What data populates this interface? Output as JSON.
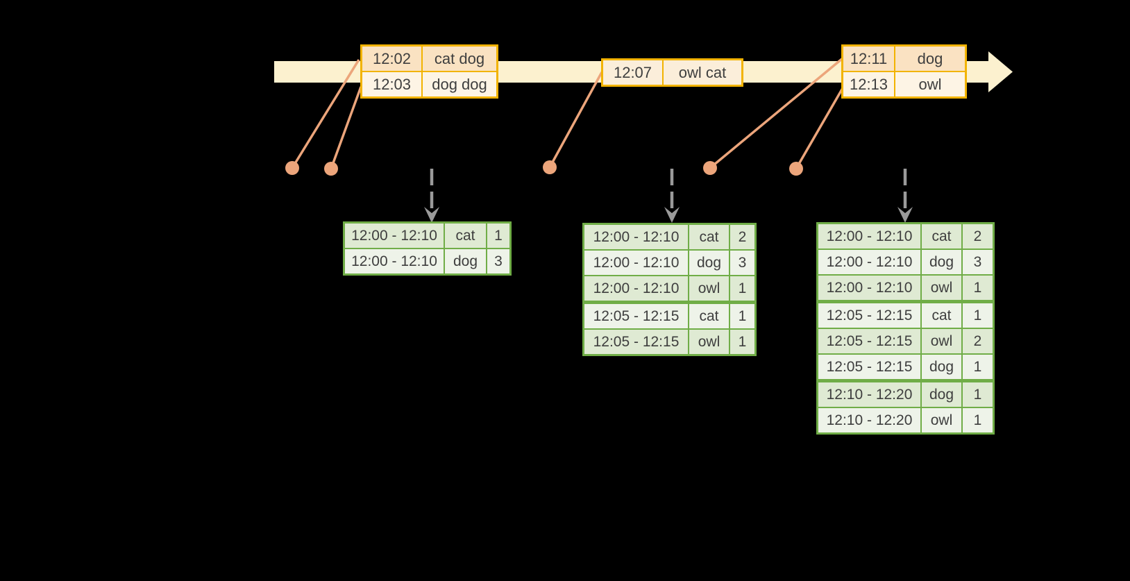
{
  "colors": {
    "background": "#000000",
    "timeline-fill": "#FCF1CF",
    "event-border": "#F2B300",
    "event-peach": "#FAE2C2",
    "event-cream": "#FDF4E5",
    "event-single": "#FBEEDA",
    "salmon": "#ECA57B",
    "table-border": "#70AD47",
    "table-row-dark": "#DFEAD3",
    "table-row-light": "#EEF3E9",
    "arrow-gray": "#9A9A9A",
    "text": "#3E3E3E"
  },
  "timeline": {
    "event_boxes": [
      {
        "rows": [
          {
            "time": "12:02",
            "words": "cat dog"
          },
          {
            "time": "12:03",
            "words": "dog dog"
          }
        ]
      },
      {
        "rows": [
          {
            "time": "12:07",
            "words": "owl cat"
          }
        ]
      },
      {
        "rows": [
          {
            "time": "12:11",
            "words": "dog"
          },
          {
            "time": "12:13",
            "words": "owl"
          }
        ]
      }
    ]
  },
  "result_tables": [
    {
      "rows": [
        {
          "window": "12:00 - 12:10",
          "word": "cat",
          "count": "1"
        },
        {
          "window": "12:00 - 12:10",
          "word": "dog",
          "count": "3"
        }
      ]
    },
    {
      "rows": [
        {
          "window": "12:00 - 12:10",
          "word": "cat",
          "count": "2"
        },
        {
          "window": "12:00 - 12:10",
          "word": "dog",
          "count": "3"
        },
        {
          "window": "12:00 - 12:10",
          "word": "owl",
          "count": "1"
        },
        {
          "window": "12:05 - 12:15",
          "word": "cat",
          "count": "1"
        },
        {
          "window": "12:05 - 12:15",
          "word": "owl",
          "count": "1"
        }
      ]
    },
    {
      "rows": [
        {
          "window": "12:00 - 12:10",
          "word": "cat",
          "count": "2"
        },
        {
          "window": "12:00 - 12:10",
          "word": "dog",
          "count": "3"
        },
        {
          "window": "12:00 - 12:10",
          "word": "owl",
          "count": "1"
        },
        {
          "window": "12:05 - 12:15",
          "word": "cat",
          "count": "1"
        },
        {
          "window": "12:05 - 12:15",
          "word": "owl",
          "count": "2"
        },
        {
          "window": "12:05 - 12:15",
          "word": "dog",
          "count": "1"
        },
        {
          "window": "12:10 - 12:20",
          "word": "dog",
          "count": "1"
        },
        {
          "window": "12:10 - 12:20",
          "word": "owl",
          "count": "1"
        }
      ]
    }
  ]
}
